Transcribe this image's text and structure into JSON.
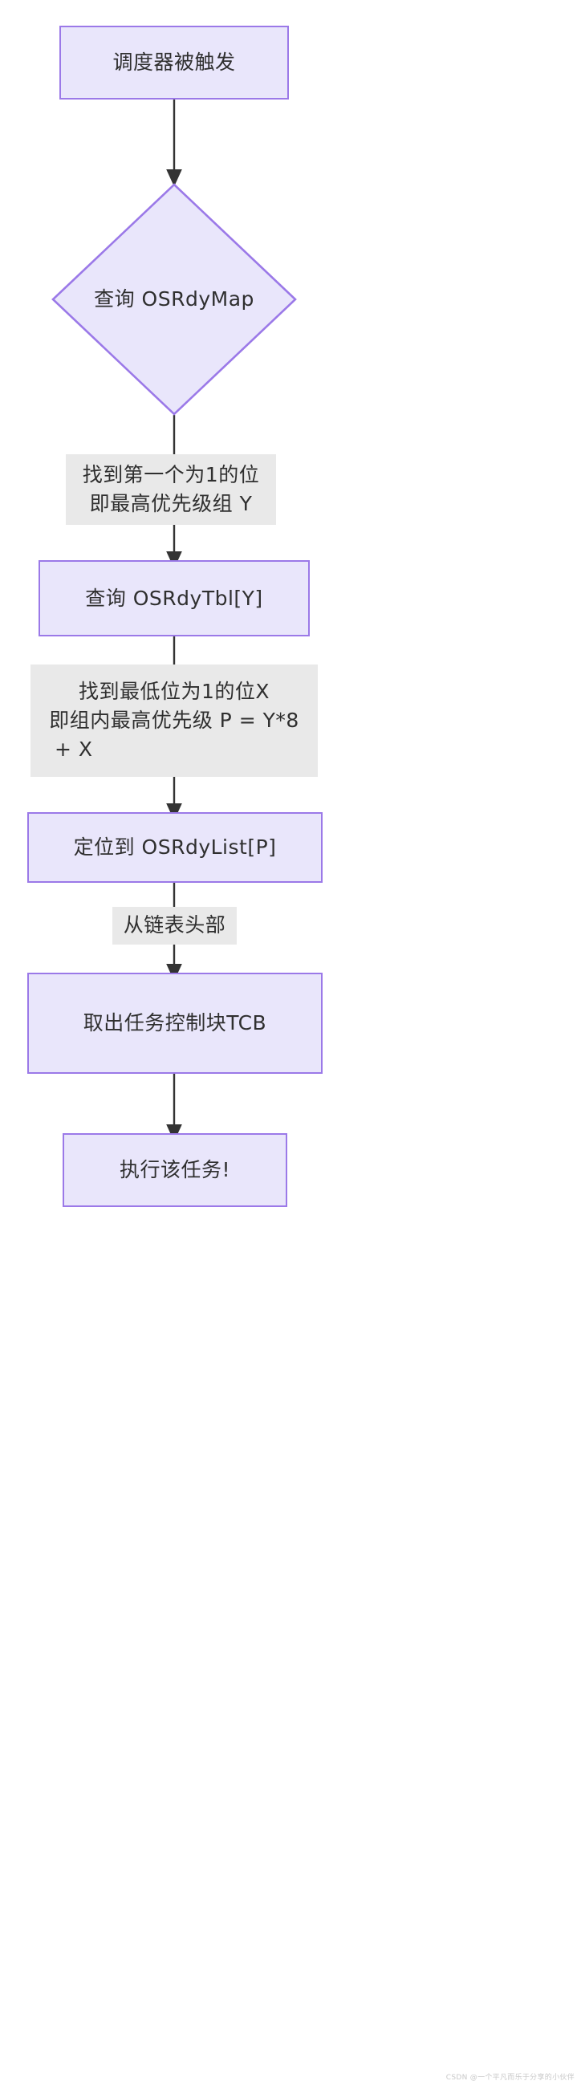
{
  "diagram": {
    "type": "flowchart",
    "orientation": "top-to-bottom",
    "theme": {
      "node_fill": "#e9e6fb",
      "node_border": "#9b79e8",
      "label_fill": "#e9e9e9",
      "text_color": "#2f2f2f",
      "arrow_color": "#333333",
      "background": "#ffffff"
    },
    "nodes": [
      {
        "id": "n1",
        "shape": "rectangle",
        "label": "调度器被触发"
      },
      {
        "id": "n2",
        "shape": "diamond",
        "label": "查询 OSRdyMap"
      },
      {
        "id": "n3",
        "shape": "rectangle",
        "label": "查询 OSRdyTbl[Y]"
      },
      {
        "id": "n4",
        "shape": "rectangle",
        "label": "定位到 OSRdyList[P]"
      },
      {
        "id": "n5",
        "shape": "rectangle",
        "label": "取出任务控制块TCB"
      },
      {
        "id": "n6",
        "shape": "rectangle",
        "label": "执行该任务!"
      }
    ],
    "edges": [
      {
        "id": "e1",
        "from": "n1",
        "to": "n2",
        "label": ""
      },
      {
        "id": "e2",
        "from": "n2",
        "to": "n3",
        "label_line1": "找到第一个为1的位",
        "label_line2": "即最高优先级组 Y"
      },
      {
        "id": "e3",
        "from": "n3",
        "to": "n4",
        "label_line1": "找到最低位为1的位X",
        "label_line2": "即组内最高优先级 P = Y*8",
        "label_line3": "+ X"
      },
      {
        "id": "e4",
        "from": "n4",
        "to": "n5",
        "label_line1": "从链表头部"
      },
      {
        "id": "e5",
        "from": "n5",
        "to": "n6",
        "label": ""
      }
    ]
  },
  "watermark": {
    "text": "CSDN @一个平凡而乐于分享的小伙伴"
  }
}
